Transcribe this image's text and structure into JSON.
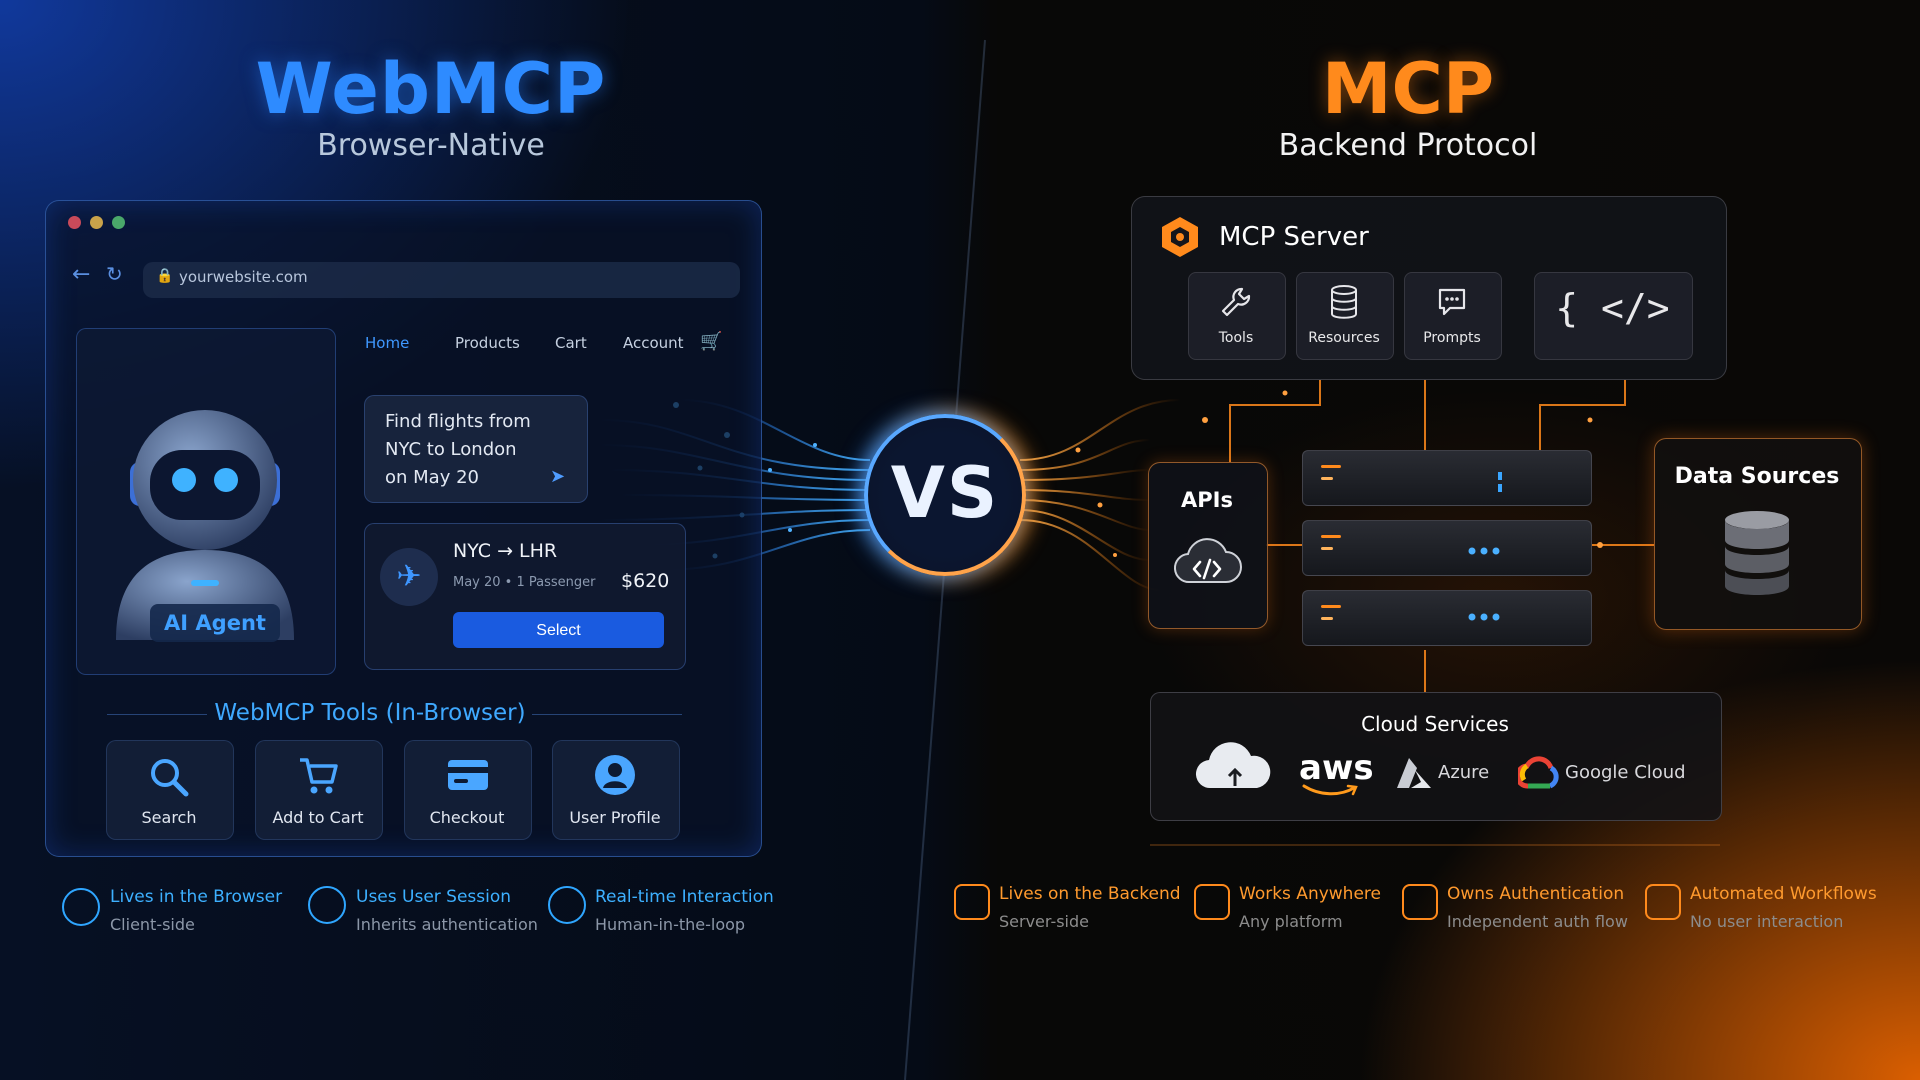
{
  "left": {
    "title": "WebMCP",
    "subtitle": "Browser-Native",
    "browser": {
      "url": "yourwebsite.com",
      "nav": [
        "Home",
        "Products",
        "Cart",
        "Account"
      ],
      "agent_label": "AI Agent",
      "query": "Find flights from\nNYC to London\non May 20",
      "flight": {
        "route": "NYC → LHR",
        "meta": "May 20 • 1 Passenger",
        "price": "$620",
        "button": "Select"
      },
      "tools_heading": "WebMCP Tools (In-Browser)",
      "tools": [
        {
          "label": "Search",
          "icon": "search-icon"
        },
        {
          "label": "Add to Cart",
          "icon": "cart-icon"
        },
        {
          "label": "Checkout",
          "icon": "credit-card-icon"
        },
        {
          "label": "User Profile",
          "icon": "user-icon"
        }
      ]
    },
    "features": [
      {
        "title": "Lives in the Browser",
        "sub": "Client-side"
      },
      {
        "title": "Uses User Session",
        "sub": "Inherits authentication"
      },
      {
        "title": "Real-time Interaction",
        "sub": "Human-in-the-loop"
      }
    ]
  },
  "vs": "VS",
  "right": {
    "title": "MCP",
    "subtitle": "Backend Protocol",
    "server": {
      "title": "MCP Server",
      "items": [
        {
          "label": "Tools",
          "icon": "wrench-icon"
        },
        {
          "label": "Resources",
          "icon": "database-icon"
        },
        {
          "label": "Prompts",
          "icon": "chat-icon"
        }
      ],
      "code_glyph": "{ </>"
    },
    "apis_title": "APIs",
    "data_sources_title": "Data Sources",
    "cloud": {
      "title": "Cloud Services",
      "providers": [
        "aws",
        "Azure",
        "Google Cloud"
      ]
    },
    "features": [
      {
        "title": "Lives on the Backend",
        "sub": "Server-side"
      },
      {
        "title": "Works Anywhere",
        "sub": "Any platform"
      },
      {
        "title": "Owns Authentication",
        "sub": "Independent auth flow"
      },
      {
        "title": "Automated Workflows",
        "sub": "No user interaction"
      }
    ]
  },
  "colors": {
    "blue_accent": "#2e8bff",
    "orange_accent": "#ff8a1c",
    "select_button": "#1a5be0"
  }
}
